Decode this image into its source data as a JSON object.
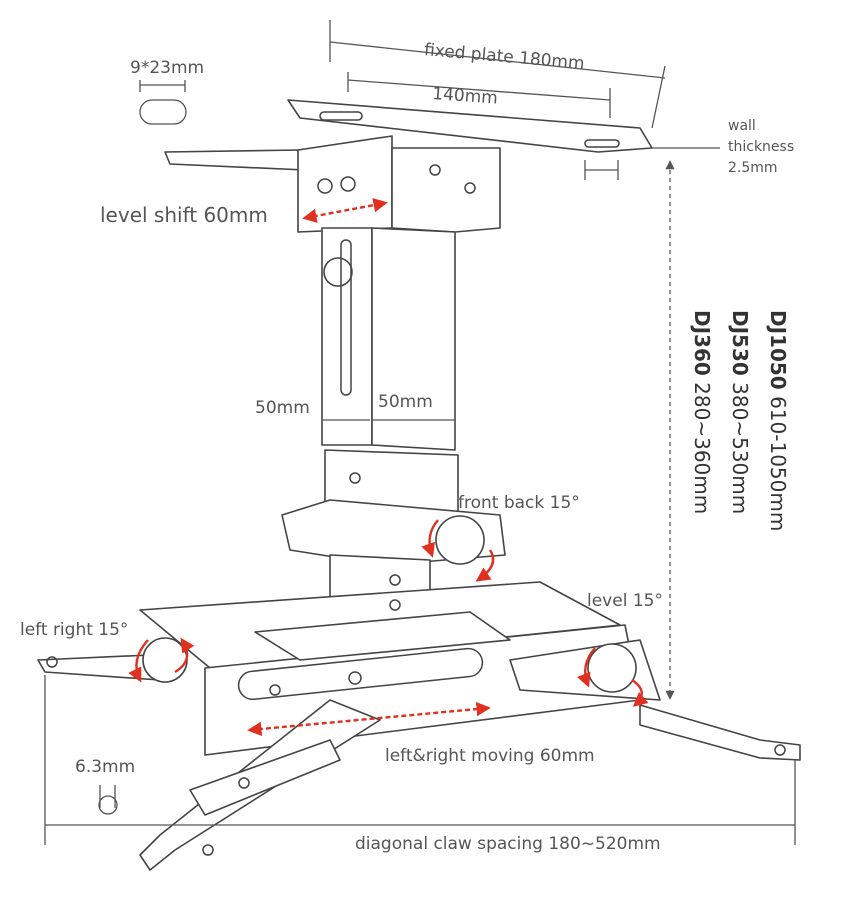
{
  "labels": {
    "slot_size": "9*23mm",
    "fixed_plate": "fixed plate 180mm",
    "hole_spacing": "140mm",
    "wall_thickness_1": "wall",
    "wall_thickness_2": "thickness",
    "wall_thickness_3": "2.5mm",
    "level_shift": "level shift 60mm",
    "width_left": "50mm",
    "width_right": "50mm",
    "front_back": "front back 15°",
    "level_tilt": "level 15°",
    "left_right": "left right 15°",
    "moving": "left&right moving 60mm",
    "hole_diameter": "6.3mm",
    "claw_spacing": "diagonal claw spacing 180~520mm"
  },
  "models": [
    {
      "name": "DJ1050",
      "range": "610-1050mm"
    },
    {
      "name": "DJ530",
      "range": "380~530mm"
    },
    {
      "name": "DJ360",
      "range": "280~360mm"
    }
  ],
  "colors": {
    "line": "#444444",
    "accent": "#e03020",
    "text": "#555555"
  }
}
